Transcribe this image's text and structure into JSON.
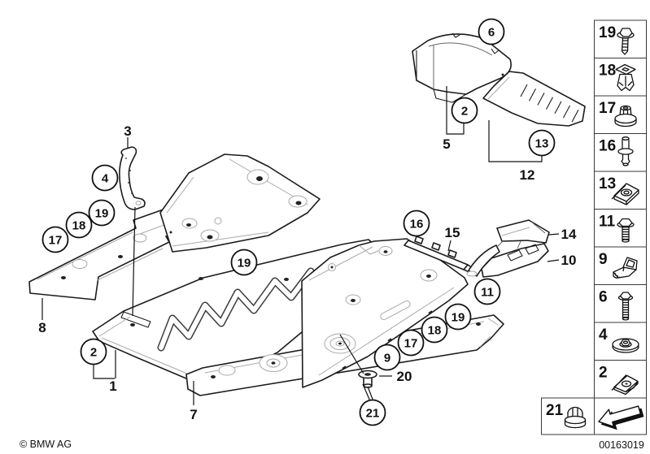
{
  "diagram": {
    "description": "BMW underfloor panelling exploded parts diagram",
    "circled_callouts": [
      {
        "label": "6"
      },
      {
        "label": "2"
      },
      {
        "label": "13"
      },
      {
        "label": "4"
      },
      {
        "label": "19"
      },
      {
        "label": "18"
      },
      {
        "label": "17"
      },
      {
        "label": "16"
      },
      {
        "label": "19"
      },
      {
        "label": "11"
      },
      {
        "label": "19"
      },
      {
        "label": "18"
      },
      {
        "label": "17"
      },
      {
        "label": "9"
      },
      {
        "label": "2"
      },
      {
        "label": "21"
      }
    ],
    "part_labels": [
      {
        "label": "3"
      },
      {
        "label": "5"
      },
      {
        "label": "12"
      },
      {
        "label": "15"
      },
      {
        "label": "14"
      },
      {
        "label": "10"
      },
      {
        "label": "8"
      },
      {
        "label": "1"
      },
      {
        "label": "7"
      },
      {
        "label": "20"
      }
    ]
  },
  "legend": {
    "items": [
      {
        "number": "19",
        "icon": "hex-washer-screw-icon"
      },
      {
        "number": "18",
        "icon": "expansion-rivet-icon"
      },
      {
        "number": "17",
        "icon": "plastic-flange-nut-icon"
      },
      {
        "number": "16",
        "icon": "push-pin-rivet-icon"
      },
      {
        "number": "13",
        "icon": "speed-nut-clip-icon"
      },
      {
        "number": "11",
        "icon": "hex-flange-bolt-short-icon"
      },
      {
        "number": "9",
        "icon": "cage-clamp-icon"
      },
      {
        "number": "6",
        "icon": "hex-flange-bolt-long-icon"
      },
      {
        "number": "4",
        "icon": "washer-hex-nut-icon"
      },
      {
        "number": "2",
        "icon": "speed-nut-clip-icon"
      }
    ],
    "extra_item": {
      "number": "21",
      "icon": "cap-nut-icon"
    },
    "arrow": {
      "icon": "continue-arrow-icon"
    }
  },
  "footer": {
    "copyright": "© BMW AG",
    "image_number": "00163019"
  },
  "colors": {
    "line": "#1c1c1c",
    "detail": "#a9a9a9",
    "background": "#ffffff"
  }
}
